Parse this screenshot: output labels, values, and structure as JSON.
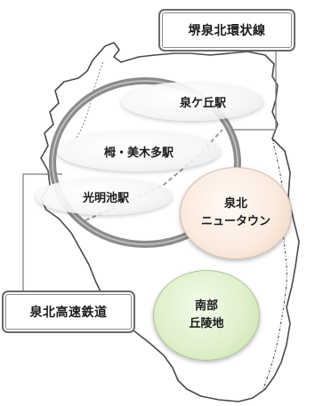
{
  "labels": {
    "line_loop": "堺泉北環状線",
    "railway": "泉北高速鉄道"
  },
  "stations": [
    {
      "key": "izumigaoka",
      "name": "泉ケ丘駅"
    },
    {
      "key": "toga",
      "name": "栂・美木多駅"
    },
    {
      "key": "komyoike",
      "name": "光明池駅"
    }
  ],
  "areas": {
    "senboku": {
      "line1": "泉北",
      "line2": "ニュータウン",
      "color": "#fbeade"
    },
    "nanbu": {
      "line1": "南部",
      "line2": "丘陵地",
      "color": "#dfefcb"
    }
  },
  "colors": {
    "loop_ring": "#8c8c8c",
    "map_outline": "#4a4a4a",
    "callout_border": "#6a6a6a"
  }
}
